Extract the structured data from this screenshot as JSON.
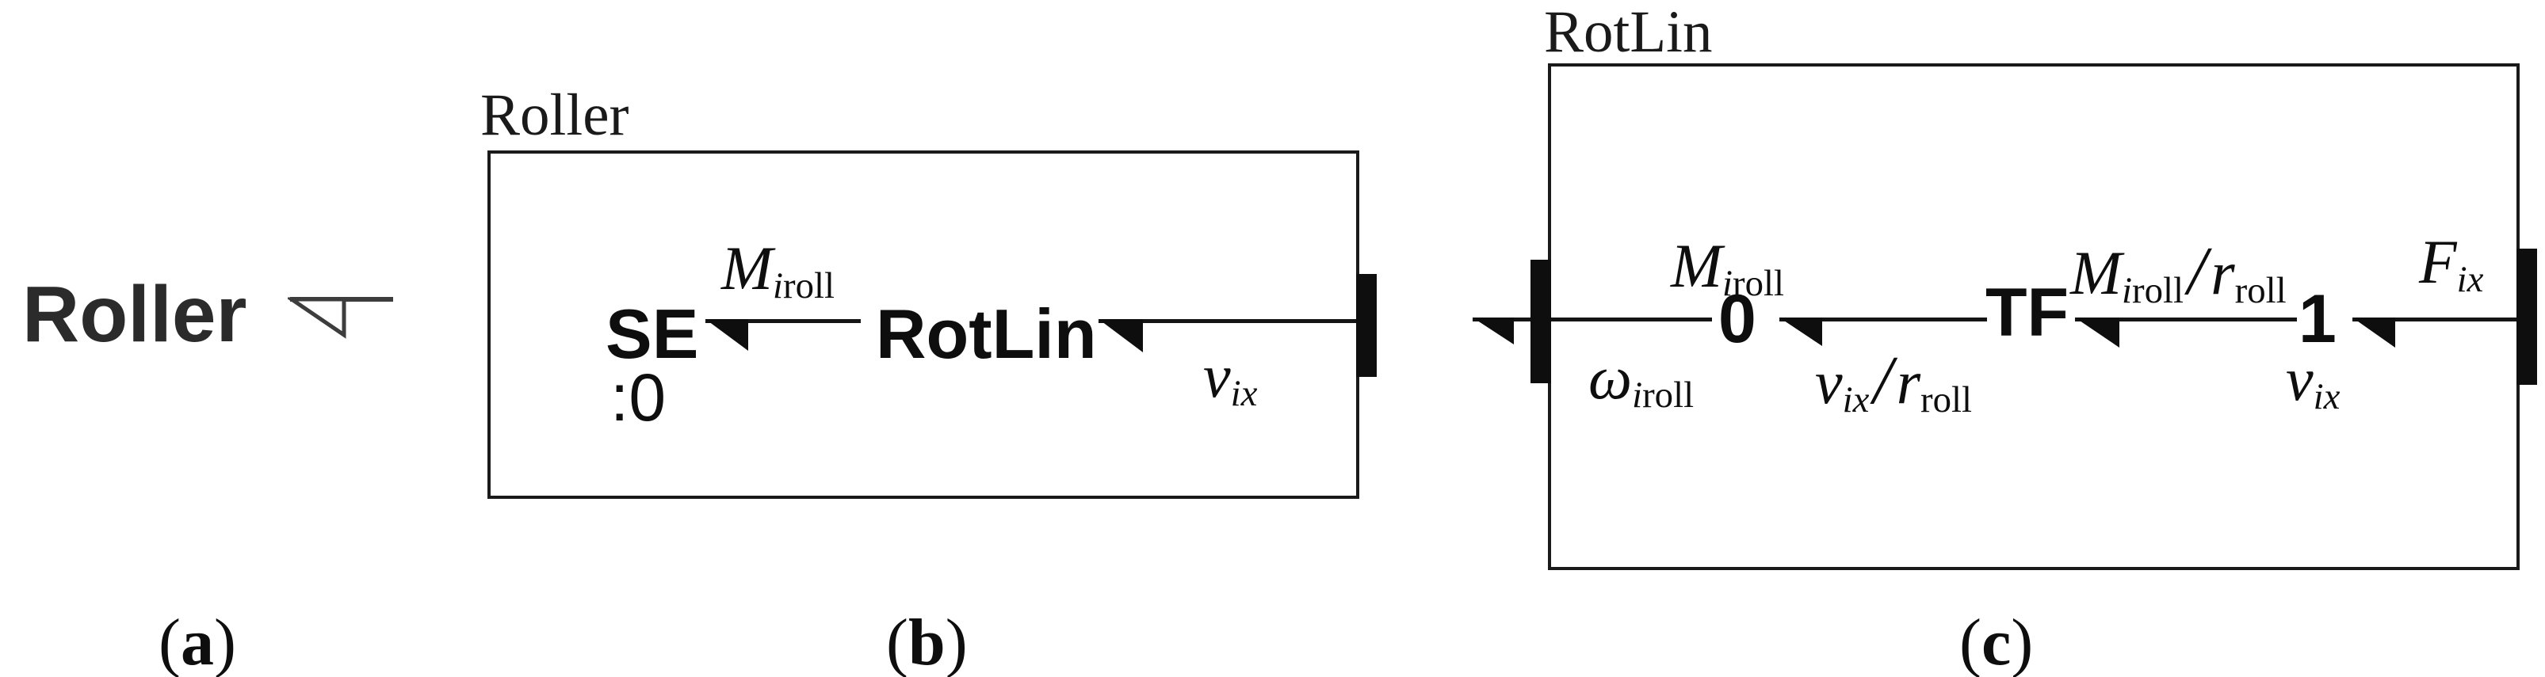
{
  "colors": {
    "ink": "#1a1a1a",
    "panel_a_ink": "#2b2b2b"
  },
  "captions": {
    "open": "(",
    "close": ")"
  },
  "panels": {
    "a": {
      "caption_letter": "a",
      "title": "Roller",
      "bond_icon": "word-bond-hollow-half-arrow-left"
    },
    "b": {
      "caption_letter": "b",
      "box_label": "Roller",
      "node_se": "SE",
      "node_se_value": ":0",
      "node_rotlin": "RotLin",
      "effort": {
        "main": "M",
        "sub_i": "i",
        "sub_rest": "roll"
      },
      "flow": {
        "main": "v",
        "sub": "ix"
      }
    },
    "c": {
      "caption_letter": "c",
      "box_label": "RotLin",
      "node_zero": "0",
      "node_tf": "TF",
      "node_one": "1",
      "bond1_effort": {
        "main": "M",
        "sub_i": "i",
        "sub_rest": "roll"
      },
      "bond1_flow": {
        "main": "ω",
        "sub_i": "i",
        "sub_rest": "roll"
      },
      "bond2_flow": {
        "num": "v",
        "num_sub": "ix",
        "slash": "/",
        "den": "r",
        "den_sub": "roll"
      },
      "bond3_effort": {
        "num": "M",
        "num_sub_i": "i",
        "num_sub_rest": "roll",
        "slash": "/",
        "den": "r",
        "den_sub": "roll"
      },
      "bond4_effort": {
        "main": "F",
        "sub": "ix"
      },
      "bond4_flow": {
        "main": "v",
        "sub": "ix"
      }
    }
  }
}
